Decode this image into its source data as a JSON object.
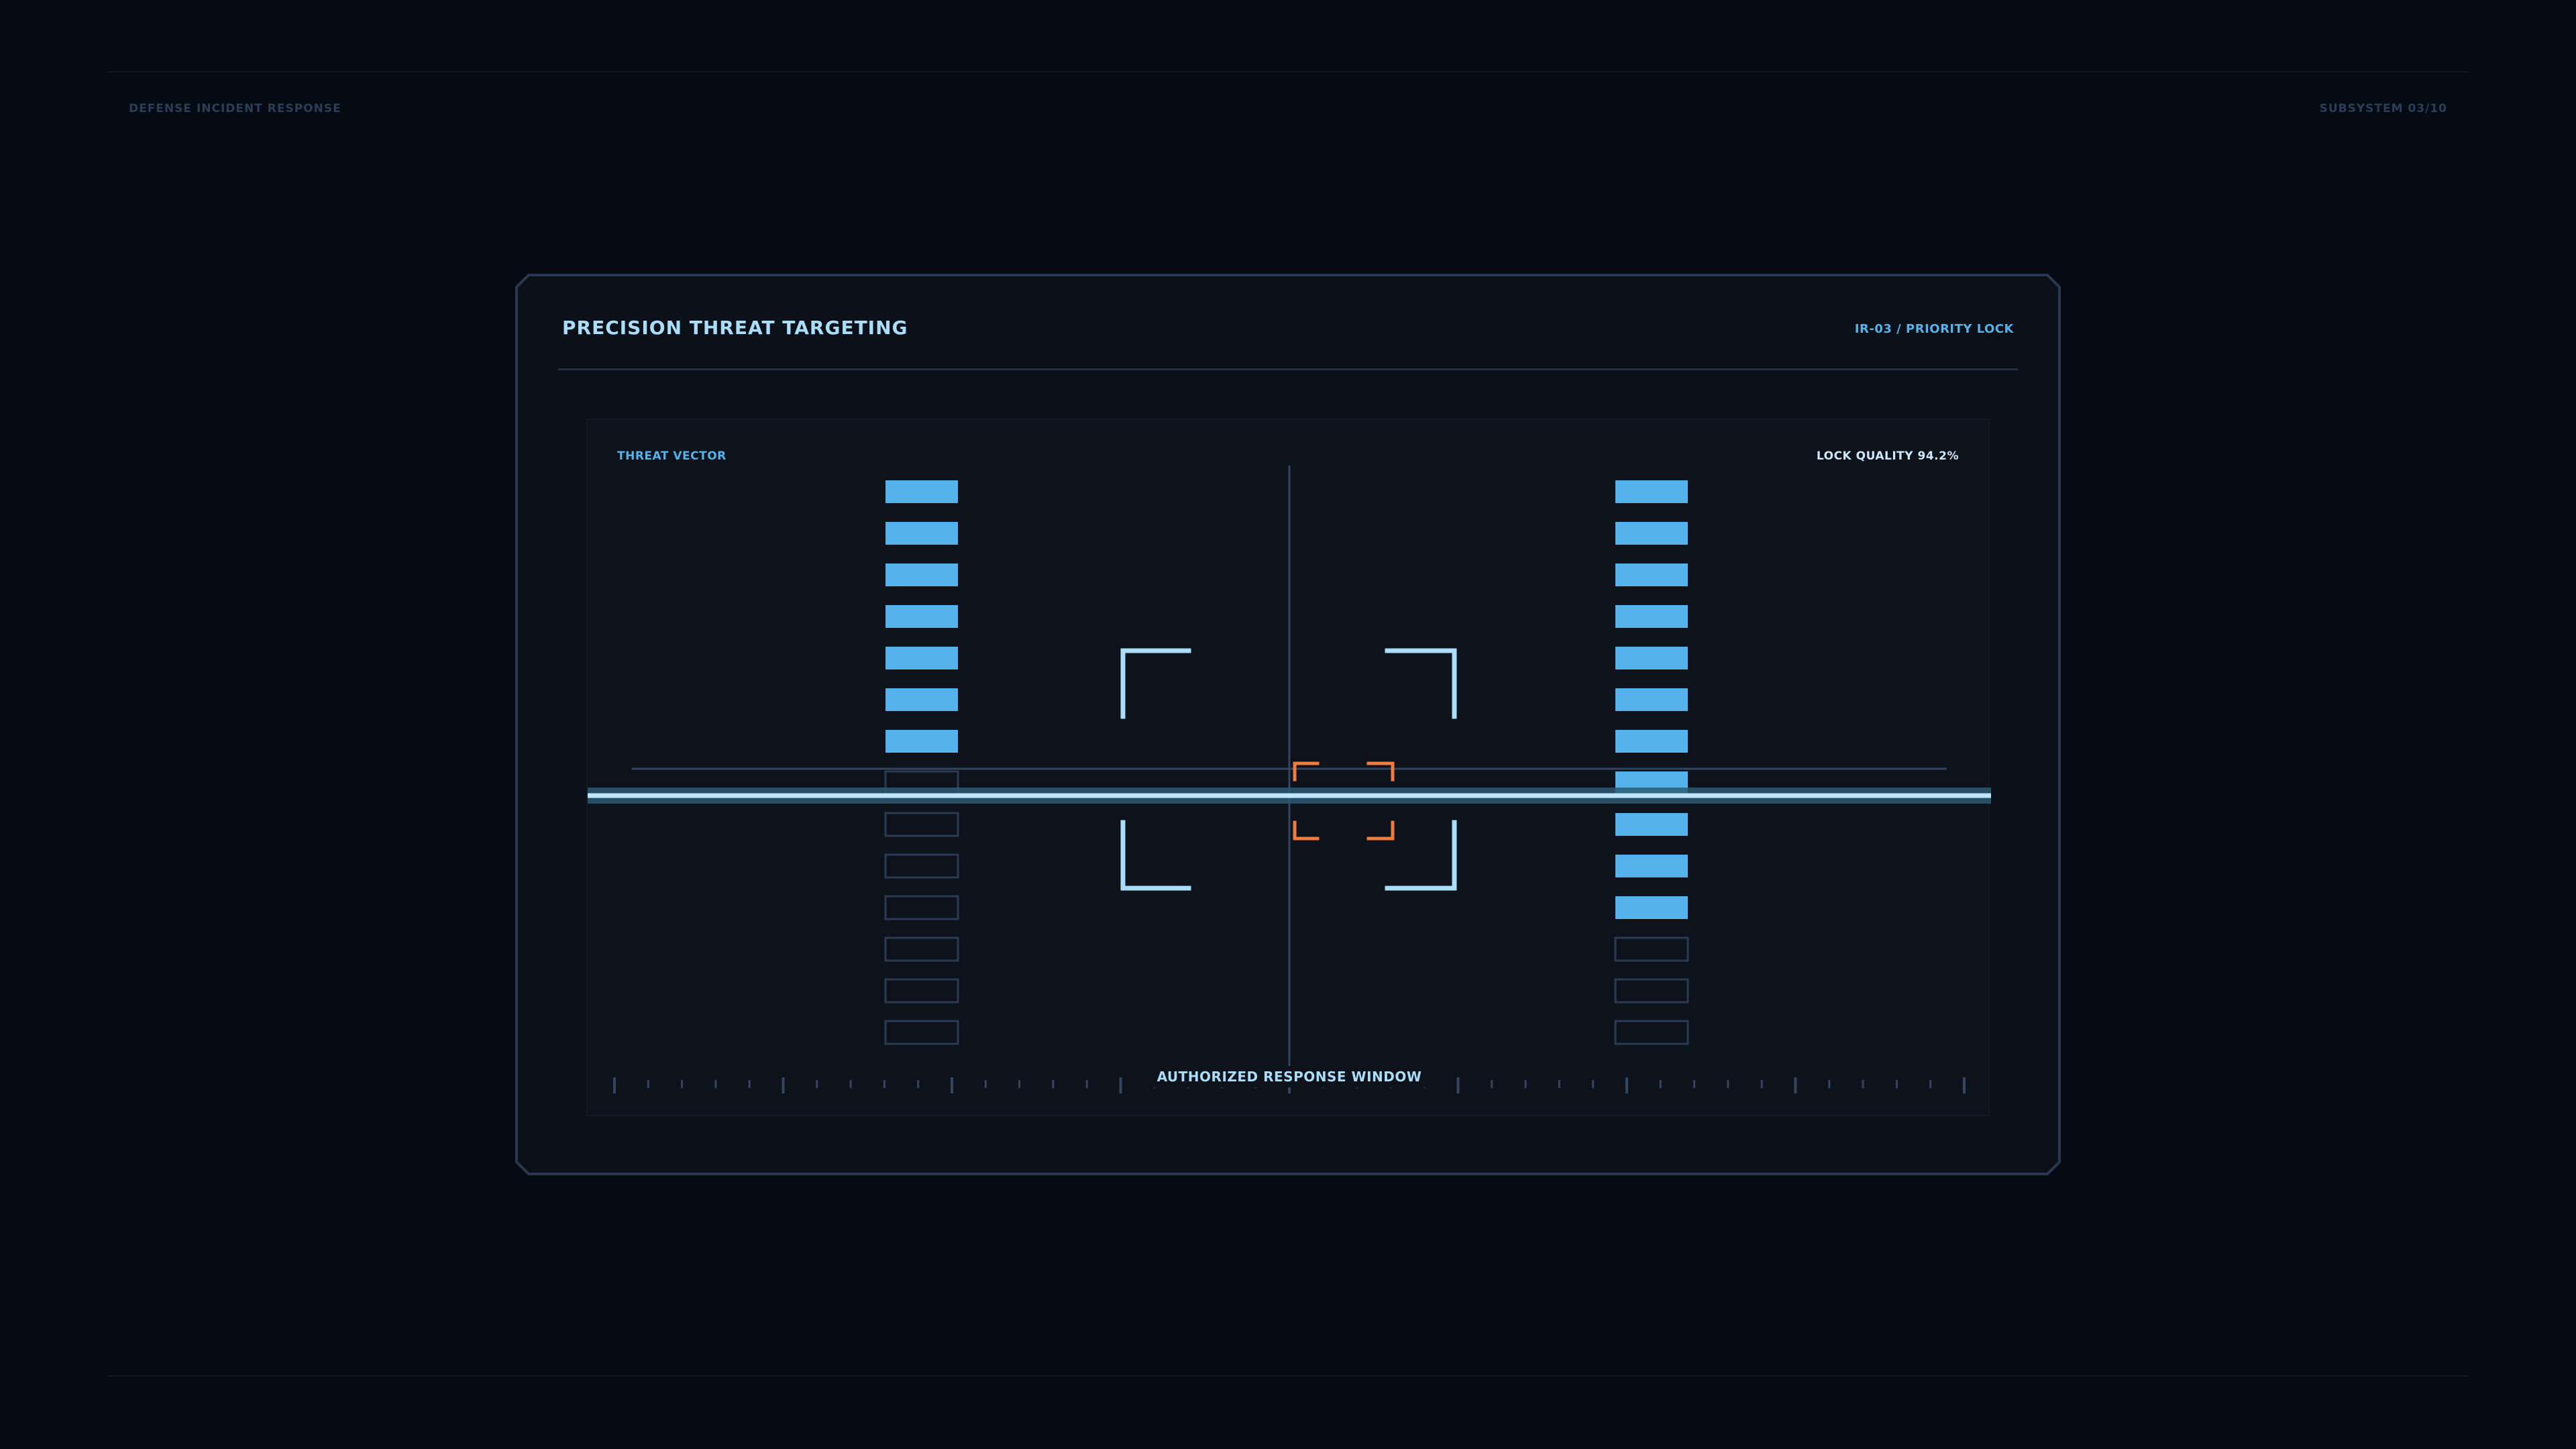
{
  "header": {
    "system_label": "DEFENSE INCIDENT RESPONSE",
    "subsystem_label": "SUBSYSTEM 03/10"
  },
  "panel": {
    "title": "PRECISION THREAT TARGETING",
    "reference": "IR-03 / PRIORITY LOCK"
  },
  "display": {
    "left_label": "THREAT VECTOR",
    "right_label": "LOCK QUALITY 94.2%",
    "bottom_label": "AUTHORIZED RESPONSE WINDOW"
  },
  "meters": {
    "segments_total": 14,
    "left_filled": 7,
    "right_filled": 11
  },
  "colors": {
    "accent": "#55b2ea",
    "reticle": "#a9ddf8",
    "target": "#f07b3f",
    "empty_segment": "#2a3a52"
  }
}
